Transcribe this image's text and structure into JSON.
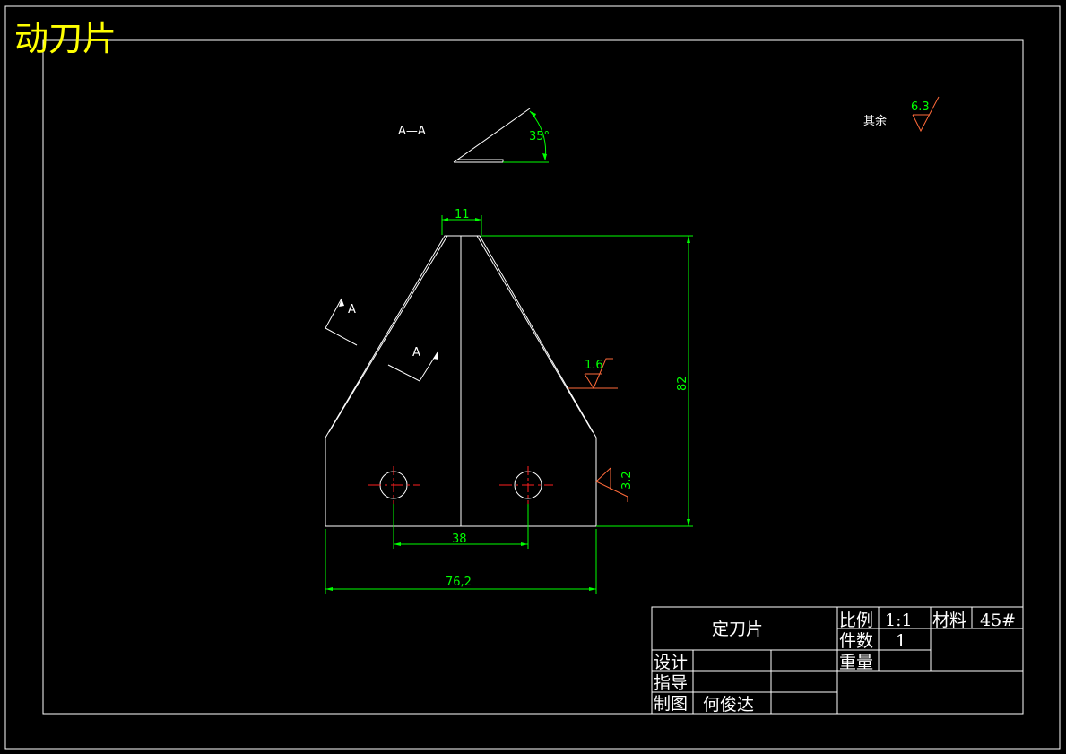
{
  "drawing_title": "动刀片",
  "section_label": "A—A",
  "section_marker": "A",
  "angle_label": "35°",
  "dimensions": {
    "top_width": "11",
    "height": "82",
    "hole_spacing": "38",
    "bottom_width": "76,2"
  },
  "roughness": {
    "remaining_label": "其余",
    "remaining_value": "6.3",
    "edge_value": "1.6",
    "side_value": "3.2"
  },
  "title_block": {
    "part_name": "定刀片",
    "scale_label": "比例",
    "scale_value": "1:1",
    "material_label": "材料",
    "material_value": "45#",
    "quantity_label": "件数",
    "quantity_value": "1",
    "weight_label": "重量",
    "design_label": "设计",
    "guide_label": "指导",
    "draw_label": "制图",
    "drawer_name": "何俊达"
  },
  "colors": {
    "outline": "#ffffff",
    "dimension": "#00ff00",
    "centerline": "#ff2020",
    "roughness_symbol": "#ff6a3a",
    "title": "#ffff00"
  }
}
